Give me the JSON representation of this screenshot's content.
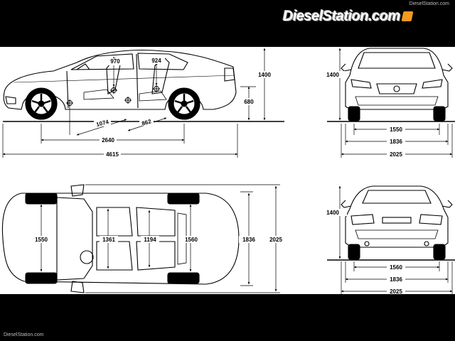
{
  "header": {
    "logo_text": "DieselStation.com",
    "watermark_top": "DieselStation.com"
  },
  "footer": {
    "watermark_bottom": "DieselStation.com"
  },
  "side_view": {
    "height": "1400",
    "ground_clearance_block": "680",
    "front_seat_headroom": "924",
    "rear_seat_headroom": "970",
    "rear_legroom": "1074",
    "front_legroom": "862",
    "wheelbase": "2640",
    "overall_length": "4615"
  },
  "front_view": {
    "height": "1400",
    "track": "1550",
    "width": "1836",
    "width_mirrors": "2025"
  },
  "top_view": {
    "front_track": "1550",
    "rear_shoulder": "1361",
    "front_shoulder": "1194",
    "rear_track": "1560",
    "width": "1836",
    "width_mirrors": "2025"
  },
  "rear_view": {
    "height": "1400",
    "track": "1560",
    "width": "1836",
    "width_mirrors": "2025"
  },
  "colors": {
    "frame": "#000000",
    "sheet": "#ffffff",
    "ink": "#000000",
    "logo_badge": "#f39a1f"
  }
}
